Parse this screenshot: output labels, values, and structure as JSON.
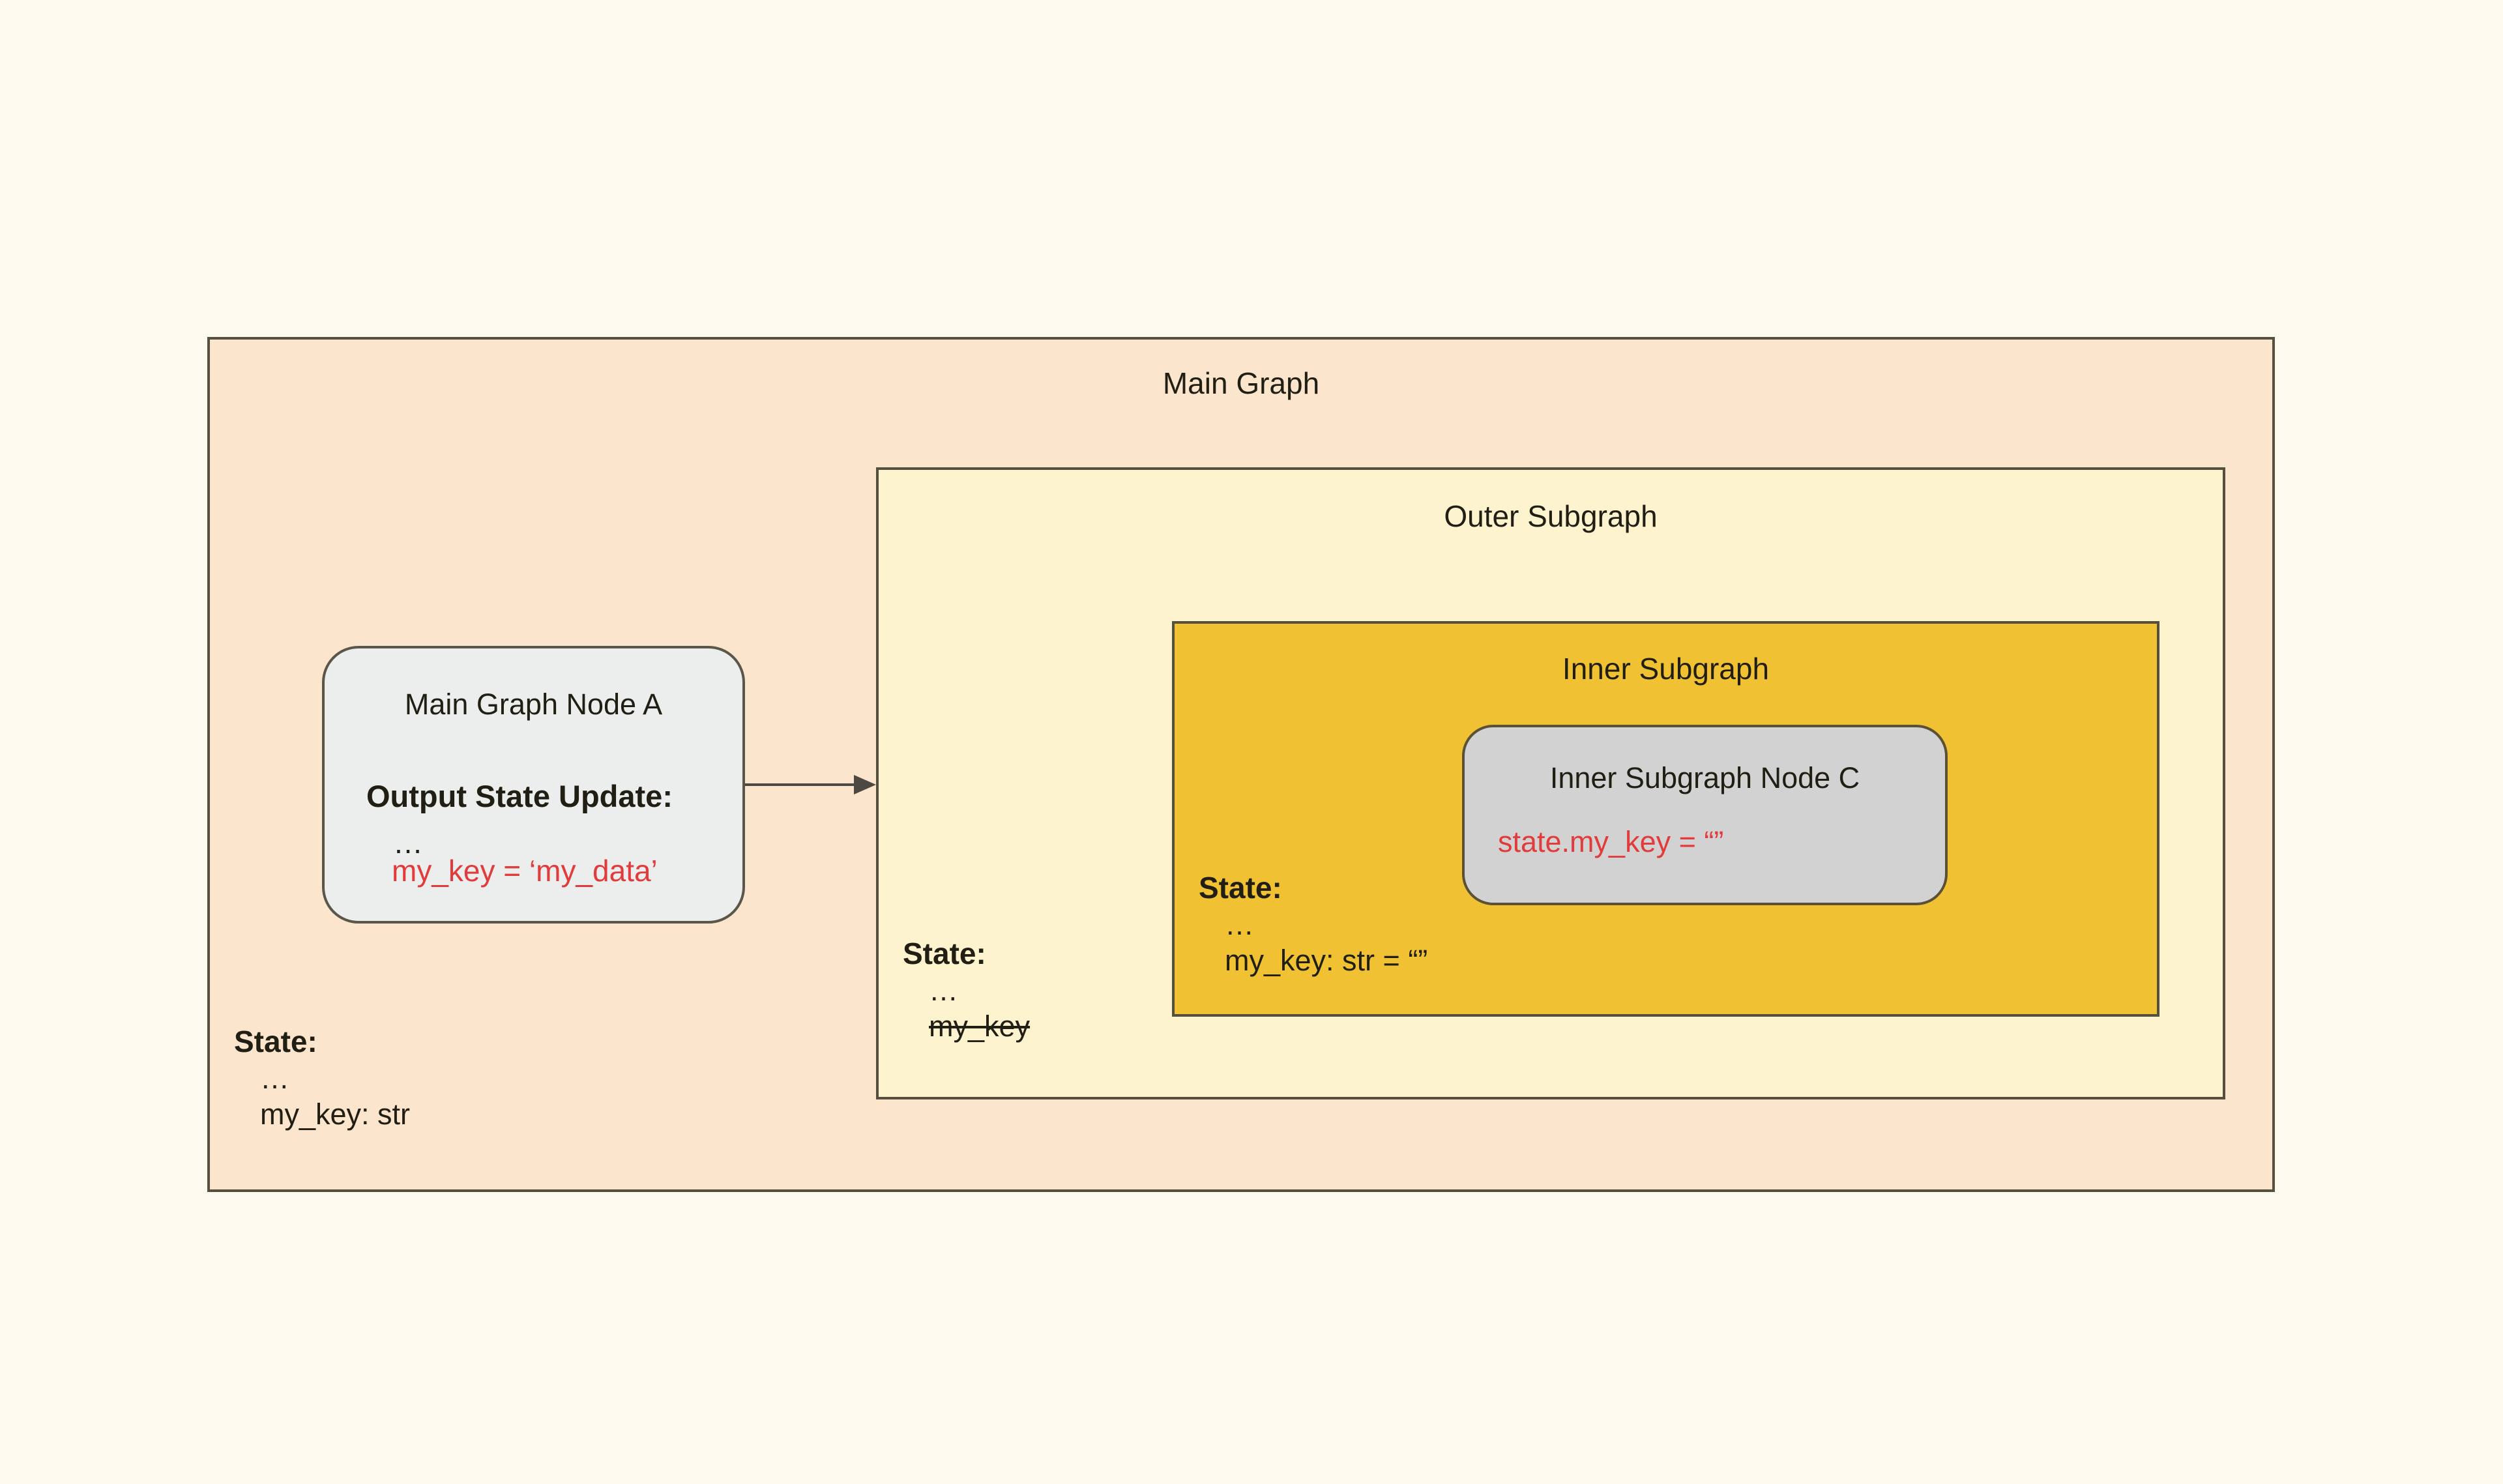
{
  "colors": {
    "page_bg": "#FCFAEF",
    "main_fill": "#FBE5CC",
    "outer_fill": "#FEF3CF",
    "inner_fill": "#F0C233",
    "node_a_fill": "#ECEDED",
    "node_c_fill": "#D2D2D2",
    "border_dark": "#55503E",
    "text_dark": "#211E14",
    "update_red": "#E23B3B",
    "arrow_color": "#4C4944"
  },
  "main_graph": {
    "title": "Main Graph",
    "state": {
      "label": "State:",
      "ellipsis": "…",
      "entry": "my_key: str"
    },
    "node_a": {
      "title": "Main Graph Node A",
      "output_label": "Output State Update:",
      "ellipsis": "…",
      "update": "my_key = ‘my_data’"
    },
    "outer_subgraph": {
      "title": "Outer Subgraph",
      "state": {
        "label": "State:",
        "ellipsis": "…",
        "entry_removed": "my_key"
      },
      "inner_subgraph": {
        "title": "Inner Subgraph",
        "state": {
          "label": "State:",
          "ellipsis": "…",
          "entry": "my_key: str = “”"
        },
        "node_c": {
          "title": "Inner Subgraph Node C",
          "update": "state.my_key = “”"
        }
      }
    }
  }
}
